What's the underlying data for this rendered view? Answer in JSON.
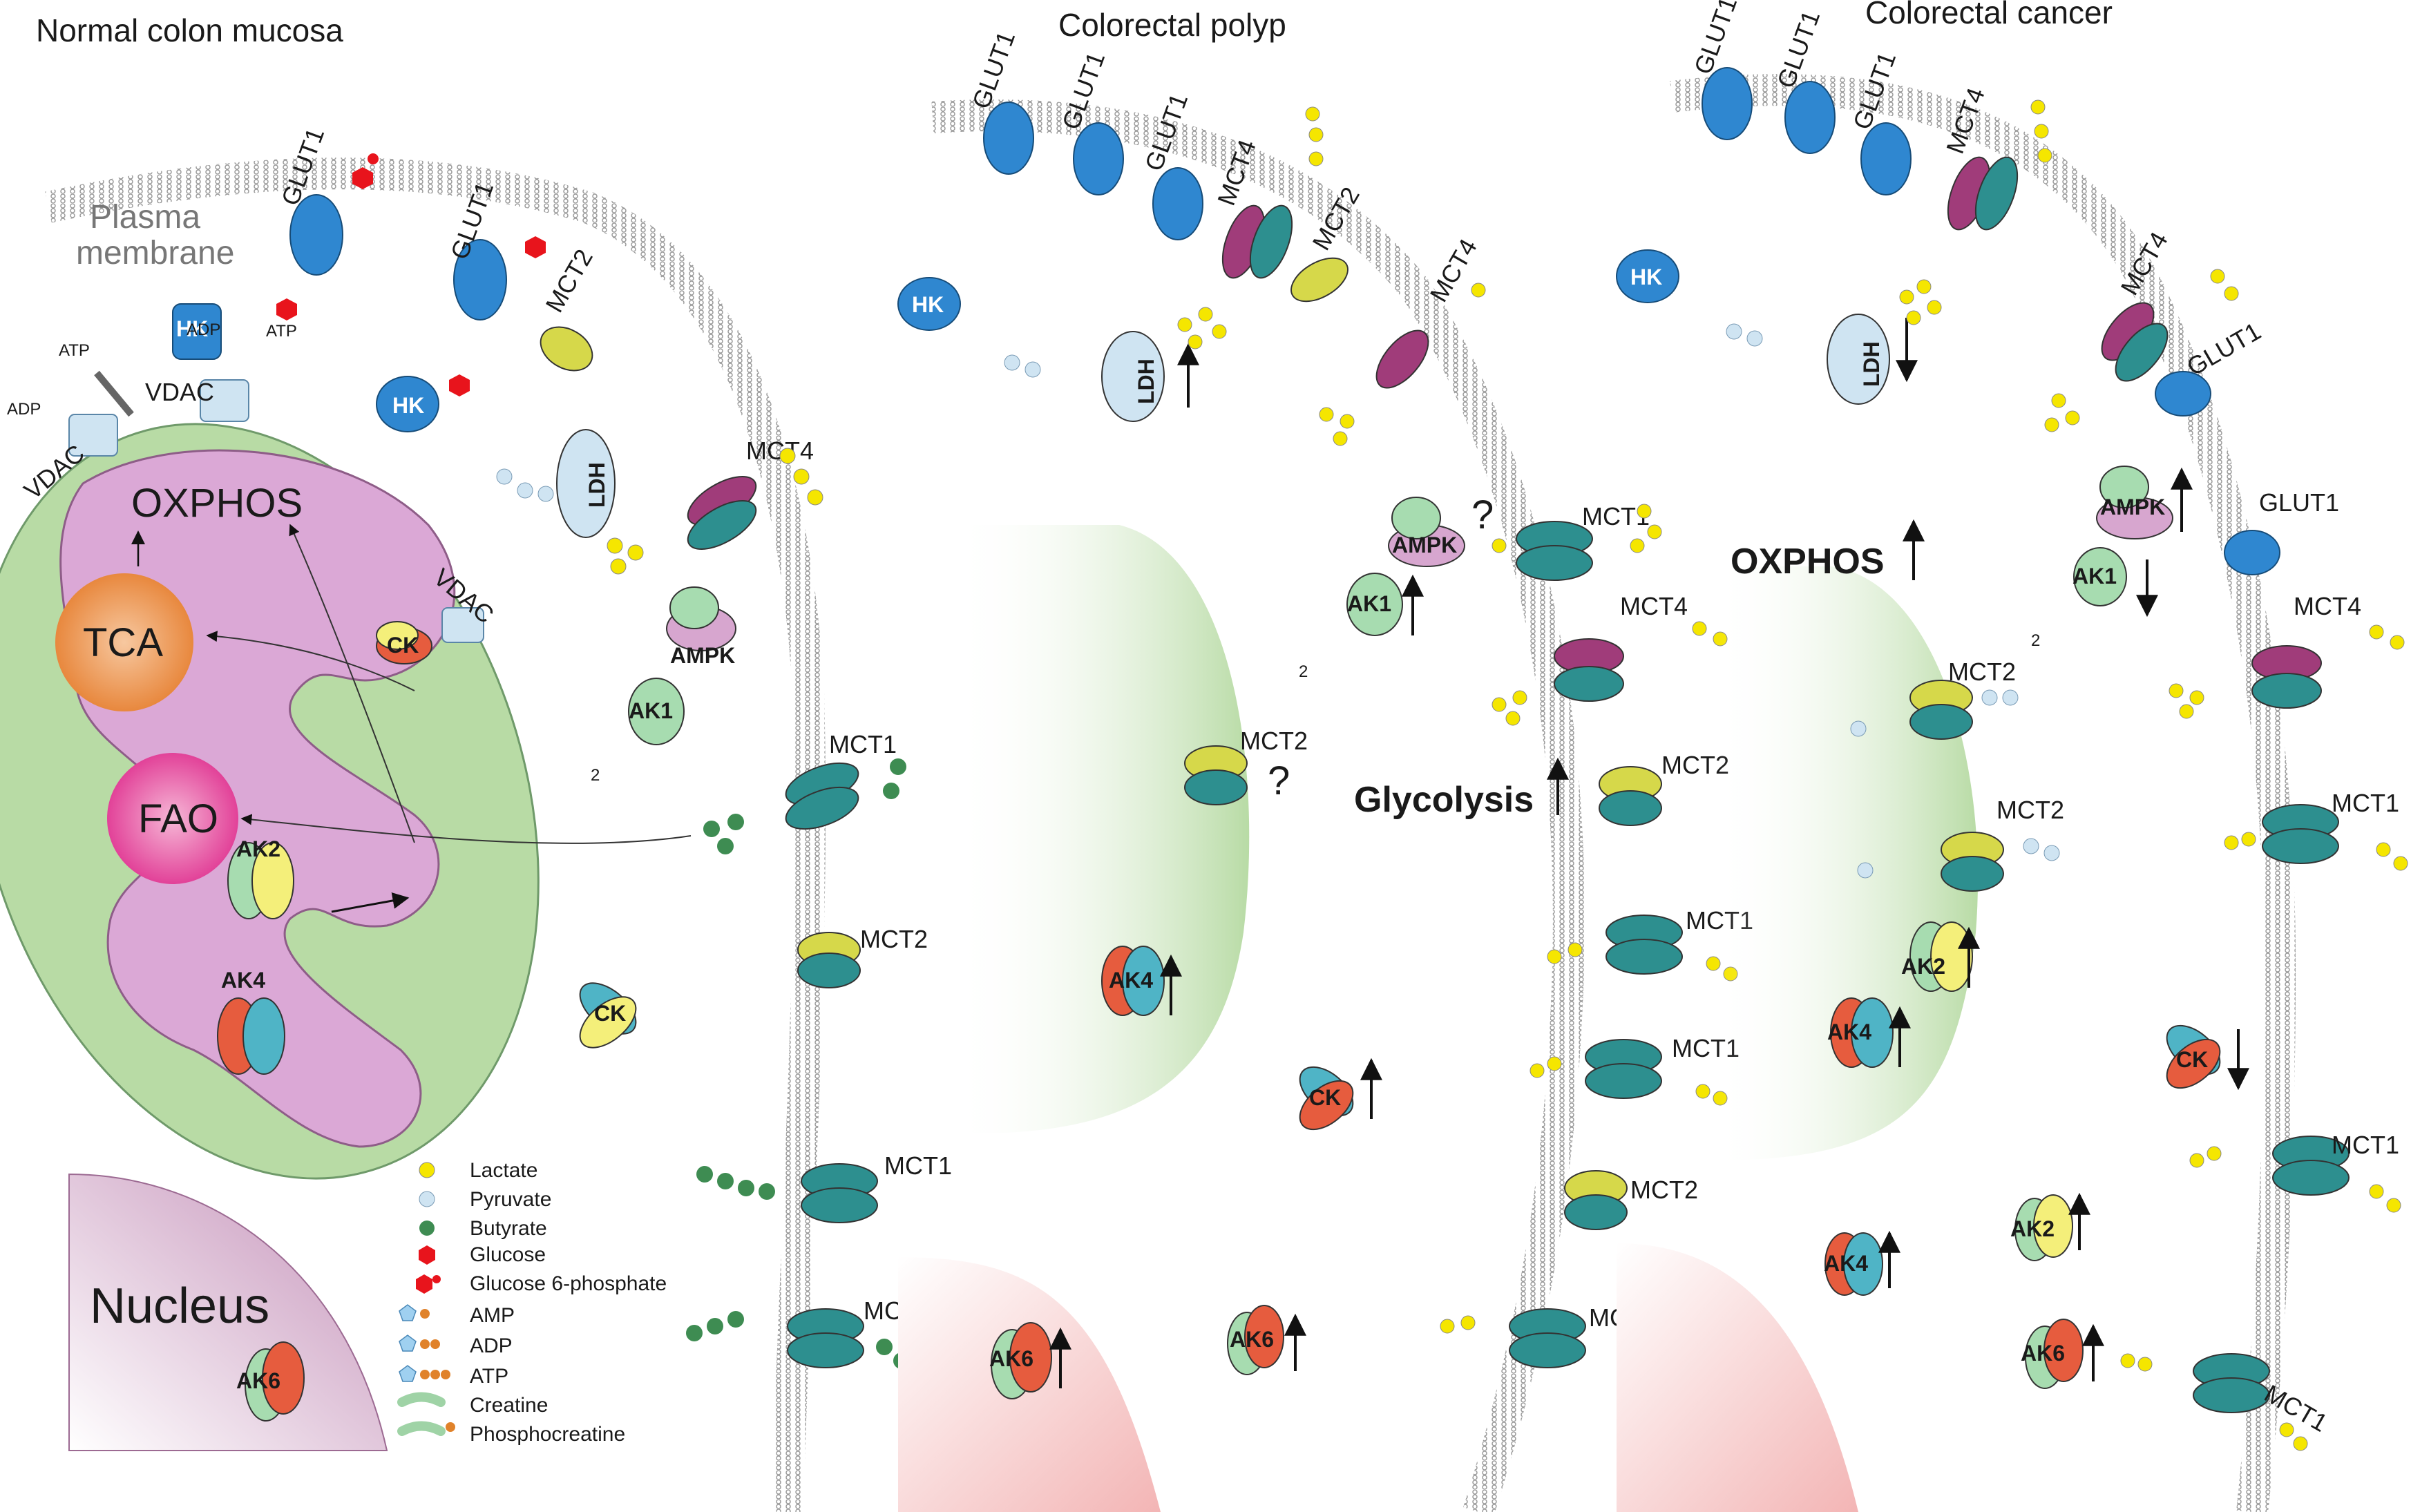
{
  "panels": {
    "normal": "Normal colon mucosa",
    "polyp": "Colorectal polyp",
    "cancer": "Colorectal cancer"
  },
  "membrane_label_1": "Plasma",
  "membrane_label_2": "membrane",
  "labels": {
    "glut1": "GLUT1",
    "mct1": "MCT1",
    "mct2": "MCT2",
    "mct4": "MCT4",
    "hk": "HK",
    "ldh": "LDH",
    "vdac": "VDAC",
    "ck": "CK",
    "ampk": "AMPK",
    "ak1": "AK1",
    "ak2": "AK2",
    "ak4": "AK4",
    "ak6": "AK6",
    "oxphos": "OXPHOS",
    "tca": "TCA",
    "fao": "FAO",
    "nucleus": "Nucleus",
    "glycolysis": "Glycolysis",
    "adp": "ADP",
    "atp": "ATP",
    "two": "2",
    "question": "?"
  },
  "legend": [
    {
      "label": "Lactate",
      "icon": "lactate-circle",
      "color": "#f5e600"
    },
    {
      "label": "Pyruvate",
      "icon": "pyruvate-circle",
      "color": "#cfe4f2"
    },
    {
      "label": "Butyrate",
      "icon": "butyrate-circle",
      "color": "#3e8c52"
    },
    {
      "label": "Glucose",
      "icon": "glucose-hexagon",
      "color": "#e8141c"
    },
    {
      "label": "Glucose 6-phosphate",
      "icon": "glucose-6-phosphate-hexagon",
      "color": "#e8141c"
    },
    {
      "label": "AMP",
      "icon": "amp-pentagon",
      "color": "#9fd0f0"
    },
    {
      "label": "ADP",
      "icon": "adp-pentagon",
      "color": "#9fd0f0"
    },
    {
      "label": "ATP",
      "icon": "atp-pentagon",
      "color": "#9fd0f0"
    },
    {
      "label": "Creatine",
      "icon": "creatine-shape",
      "color": "#9fd3a6"
    },
    {
      "label": "Phosphocreatine",
      "icon": "phosphocreatine-shape",
      "color": "#9fd3a6"
    }
  ],
  "colors": {
    "mitochondrion": "#b8dba5",
    "cristae": "#dba8d6",
    "tca": "#e98a3a",
    "fao": "#e0338f",
    "mct_teal": "#2d8f8f",
    "glut_blue": "#2f87d0",
    "hk_blue": "#1e7bc4",
    "mct2_yellow": "#d6d84a",
    "mct4_magenta": "#a03c7a",
    "nucleus": "#c89cbc",
    "lactate": "#f5e600",
    "pyruvate": "#cfe4f2",
    "butyrate": "#3e8c52",
    "glucose": "#e8141c"
  }
}
